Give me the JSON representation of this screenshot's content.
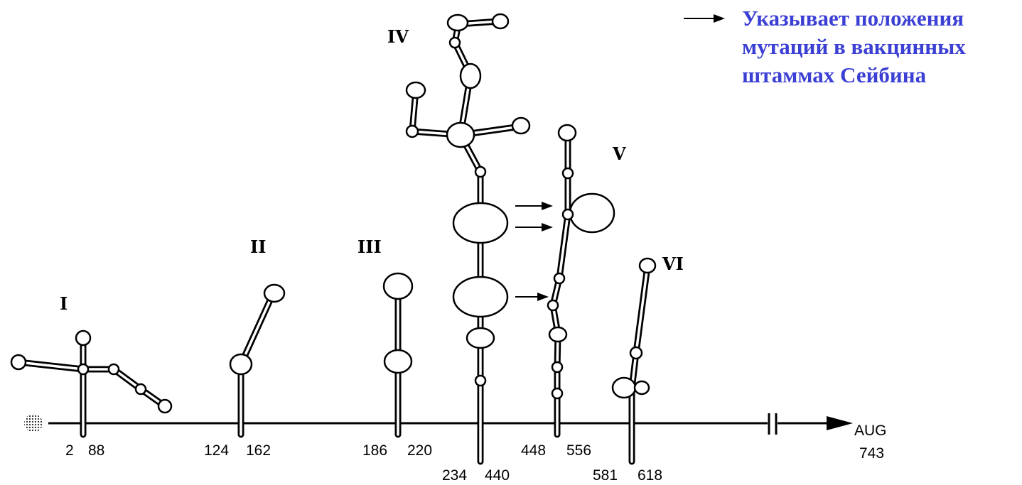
{
  "legend": {
    "arrow_icon": "right-arrow-icon",
    "lines": [
      "Указывает положения",
      "мутаций в вакцинных",
      "штаммах Сейбина"
    ],
    "color": "#3b3fd3"
  },
  "domains": [
    "I",
    "II",
    "III",
    "IV",
    "V",
    "VI"
  ],
  "positions": {
    "d1": [
      "2",
      "88"
    ],
    "d2": [
      "124",
      "162"
    ],
    "d3": [
      "186",
      "220"
    ],
    "d4": [
      "234",
      "440"
    ],
    "d5": [
      "448",
      "556"
    ],
    "d6": [
      "581",
      "618"
    ]
  },
  "end": {
    "codon": "AUG",
    "position": "743"
  },
  "mutation_arrow_count": 3,
  "icons": [
    "vpg-dot-icon",
    "axis-break-icon",
    "axis-arrowhead-icon"
  ]
}
